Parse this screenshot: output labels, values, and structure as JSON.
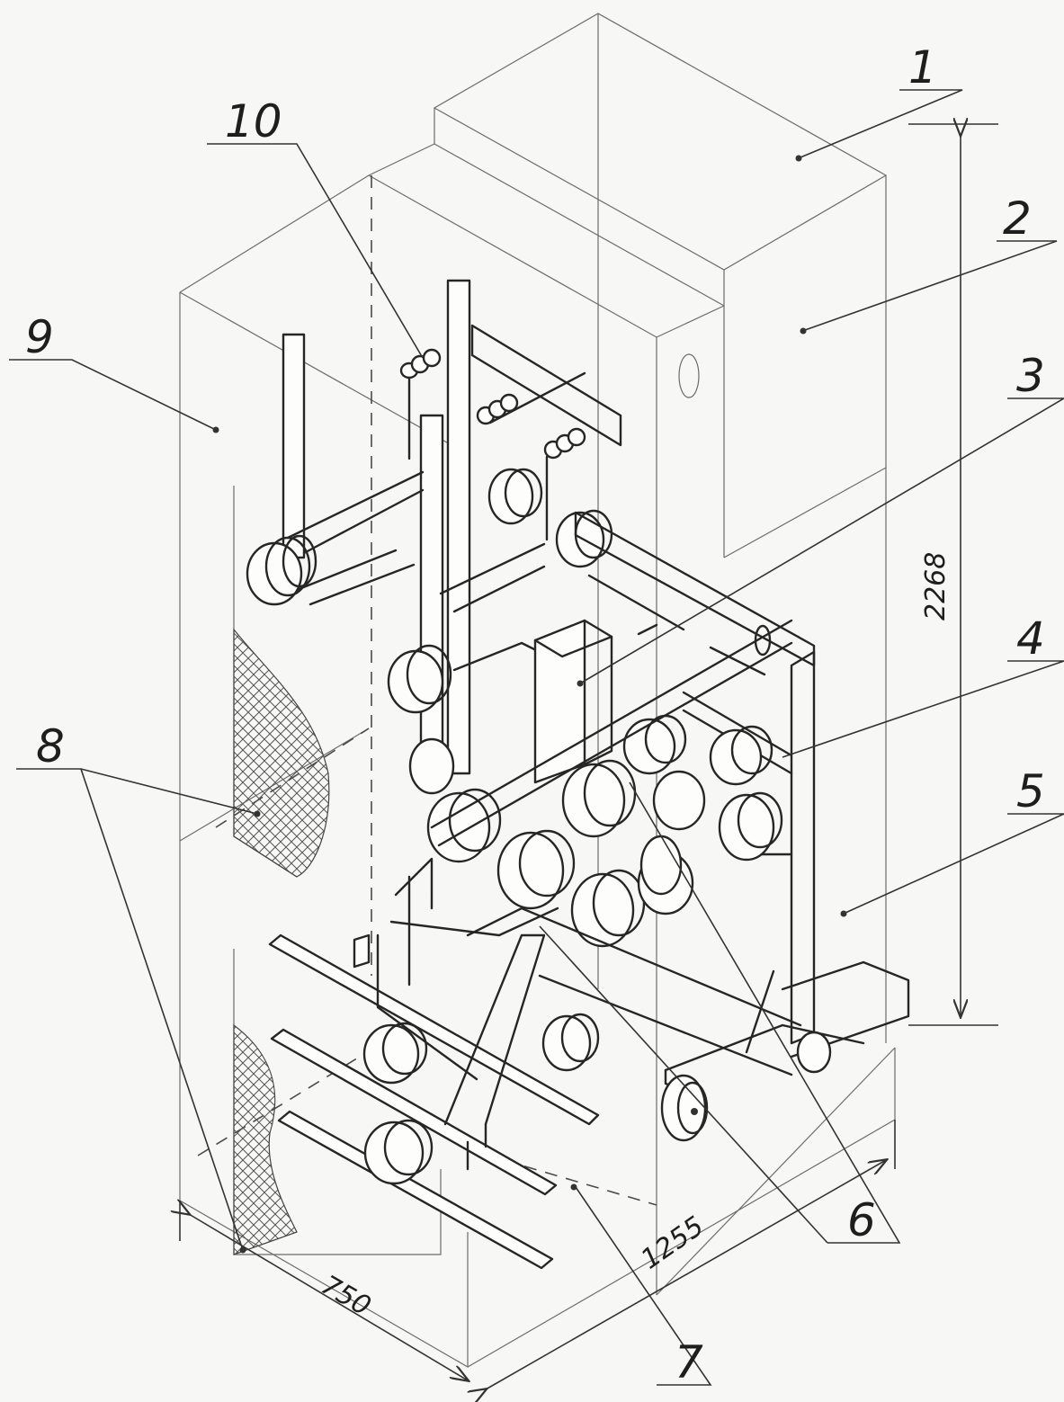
{
  "labels": [
    "1",
    "2",
    "3",
    "4",
    "5",
    "6",
    "7",
    "8",
    "9",
    "10"
  ],
  "dimensions": {
    "height": "2268",
    "depth": "1255",
    "width": "750"
  },
  "colors": {
    "ink": "#262626",
    "paper": "#f7f7f5",
    "hatch": "#555555"
  }
}
